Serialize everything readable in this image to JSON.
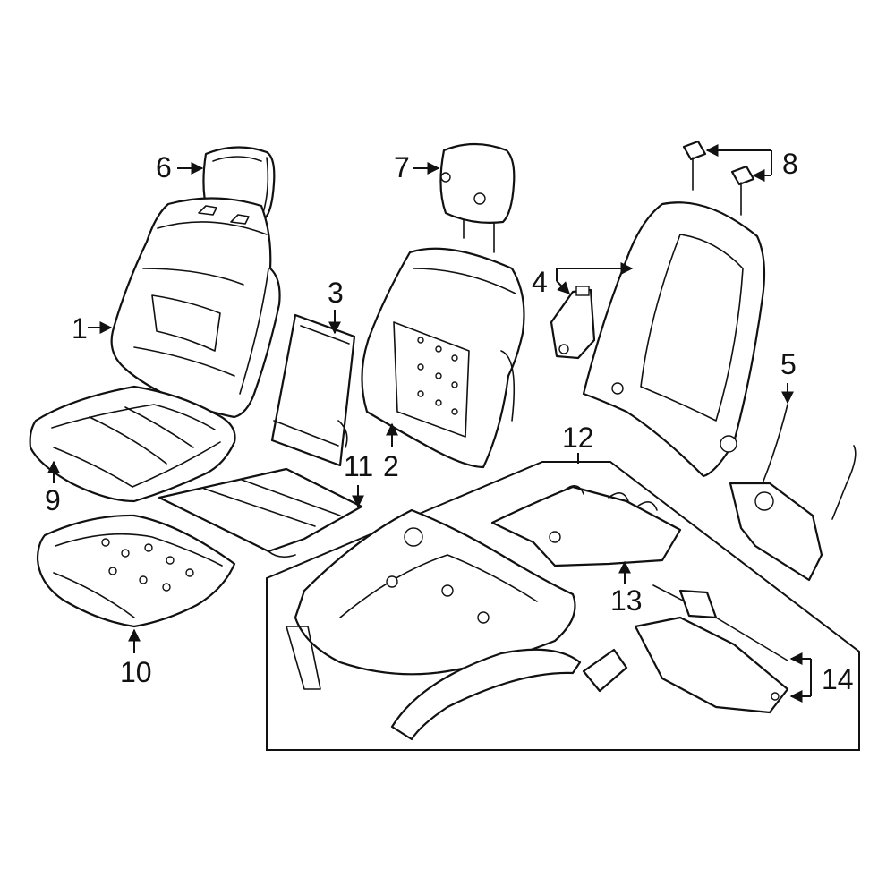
{
  "diagram": {
    "highlight_color": "#1f2fd6",
    "line_color": "#111111",
    "callouts": {
      "c1": "1",
      "c2": "2",
      "c3": "3",
      "c4": "4",
      "c5": "5",
      "c6": "6",
      "c7": "7",
      "c8": "8",
      "c9": "9",
      "c10": "10",
      "c11": "11",
      "c12": "12",
      "c13": "13",
      "c14": "14"
    }
  }
}
